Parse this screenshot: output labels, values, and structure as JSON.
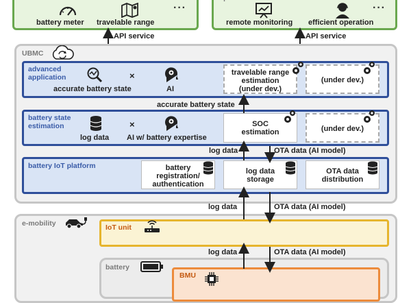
{
  "user": {
    "title": "user",
    "items": [
      "battery meter",
      "travelable range"
    ],
    "more": "···",
    "api_label": "API service"
  },
  "operator": {
    "title": "operator",
    "items": [
      "remote monitoring",
      "efficient operation"
    ],
    "more": "···",
    "api_label": "API service"
  },
  "ubmc": {
    "title": "UBMC",
    "advanced": {
      "title_line1": "advanced",
      "title_line2": "application",
      "item1": "accurate battery state",
      "times": "×",
      "item2": "AI",
      "box1": [
        "travelable range",
        "estimation",
        "(under dev.)"
      ],
      "box2": "(under dev.)"
    },
    "arrow_accurate": "accurate battery state",
    "estimation": {
      "title_line1": "battery state",
      "title_line2": "estimation",
      "item1": "log data",
      "times": "×",
      "item2": "AI w/ battery expertise",
      "box1": [
        "SOC",
        "estimation"
      ],
      "box2": "(under dev.)"
    },
    "arrow_log": "log data",
    "arrow_ota": "OTA data (AI model)",
    "iot_platform": {
      "title": "battery IoT platform",
      "box1": [
        "battery",
        "registration/",
        "authentication"
      ],
      "box2": [
        "log data",
        "storage"
      ],
      "box3": [
        "OTA data",
        "distribution"
      ]
    }
  },
  "link1": {
    "up": "log data",
    "down": "OTA data (AI model)"
  },
  "emobility": {
    "title": "e-mobility",
    "iot_unit": "IoT unit"
  },
  "link2": {
    "up": "log data",
    "down": "OTA data (AI model)"
  },
  "battery": {
    "title": "battery",
    "bmu": "BMU"
  },
  "colors": {
    "green": "#6aa84f",
    "blue": "#2f4f9a",
    "yellow": "#e6b52e",
    "orange": "#ec8b3c",
    "gray": "#c6c6c6"
  }
}
